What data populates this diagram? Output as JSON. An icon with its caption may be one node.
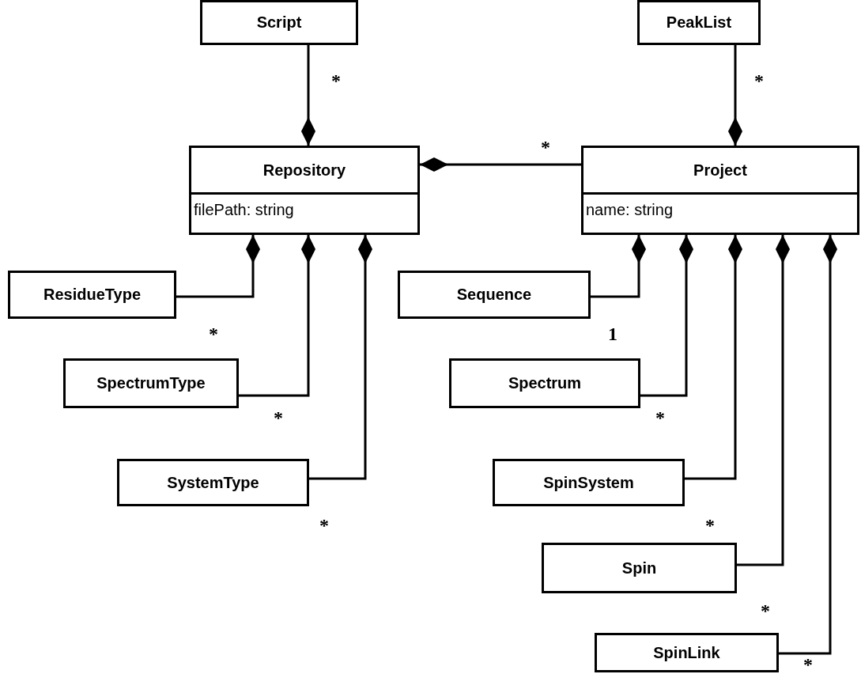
{
  "diagram": {
    "nodes": [
      {
        "text": [
          "Script"
        ]
      },
      {
        "text": [
          "PeakList"
        ]
      },
      {
        "text": [
          "Repository",
          "filePath: string"
        ]
      },
      {
        "text": [
          "Project",
          "name: string"
        ]
      },
      {
        "text": [
          "ResidueType"
        ]
      },
      {
        "text": [
          "Sequence"
        ]
      },
      {
        "text": [
          "SpectrumType"
        ]
      },
      {
        "text": [
          "Spectrum"
        ]
      },
      {
        "text": [
          "SystemType"
        ]
      },
      {
        "text": [
          "SpinSystem"
        ]
      },
      {
        "text": [
          "Spin"
        ]
      },
      {
        "text": [
          "SpinLink"
        ]
      }
    ],
    "edges": [
      {
        "from": 2,
        "to": 0,
        "arrow": "other",
        "label": "*"
      },
      {
        "from": 3,
        "to": 1,
        "arrow": "other",
        "label": "*"
      },
      {
        "from": 2,
        "to": 3,
        "arrow": "other",
        "label": "*"
      },
      {
        "from": 2,
        "to": 4,
        "arrow": "other",
        "label": "*"
      },
      {
        "from": 2,
        "to": 6,
        "arrow": "other",
        "label": "*"
      },
      {
        "from": 2,
        "to": 8,
        "arrow": "other",
        "label": "*"
      },
      {
        "from": 3,
        "to": 5,
        "arrow": "other",
        "label": "1"
      },
      {
        "from": 3,
        "to": 7,
        "arrow": "other",
        "label": "*"
      },
      {
        "from": 3,
        "to": 9,
        "arrow": "other",
        "label": "*"
      },
      {
        "from": 3,
        "to": 10,
        "arrow": "other",
        "label": "*"
      },
      {
        "from": 3,
        "to": 11,
        "arrow": "other",
        "label": "*"
      }
    ]
  }
}
